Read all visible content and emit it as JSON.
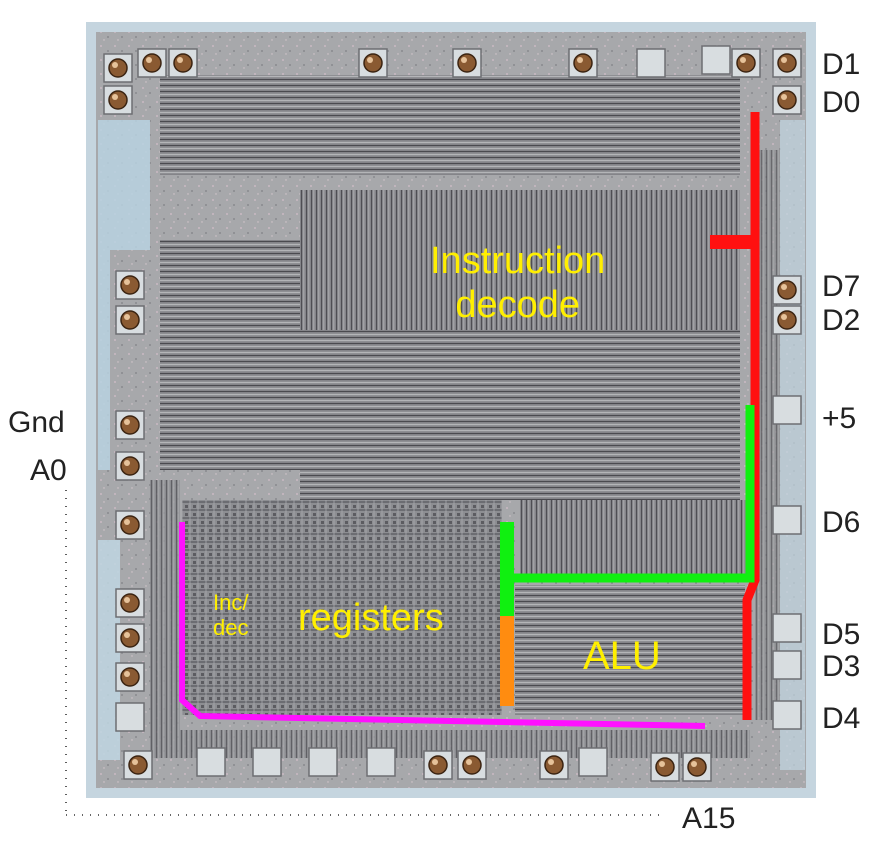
{
  "colors": {
    "die_background": "#9fa0a3",
    "die_edge": "#c7d6df",
    "wiring": "#5a5a5e",
    "pad_metal": "#d8dde0",
    "bond_ball": "#8a5a32",
    "label_yellow": "#ffef00",
    "bus_red": "#ff1010",
    "bus_green": "#10f010",
    "bus_magenta": "#ff10ff",
    "bus_orange": "#ff8c10"
  },
  "pins": {
    "d1": "D1",
    "d0": "D0",
    "d7": "D7",
    "d2": "D2",
    "plus5": "+5",
    "d6": "D6",
    "d5": "D5",
    "d3": "D3",
    "d4": "D4",
    "gnd": "Gnd",
    "a0": "A0",
    "a15": "A15"
  },
  "regions": {
    "instruction_decode_line1": "Instruction",
    "instruction_decode_line2": "decode",
    "registers": "registers",
    "inc_dec_line1": "Inc/",
    "inc_dec_line2": "dec",
    "alu": "ALU"
  }
}
